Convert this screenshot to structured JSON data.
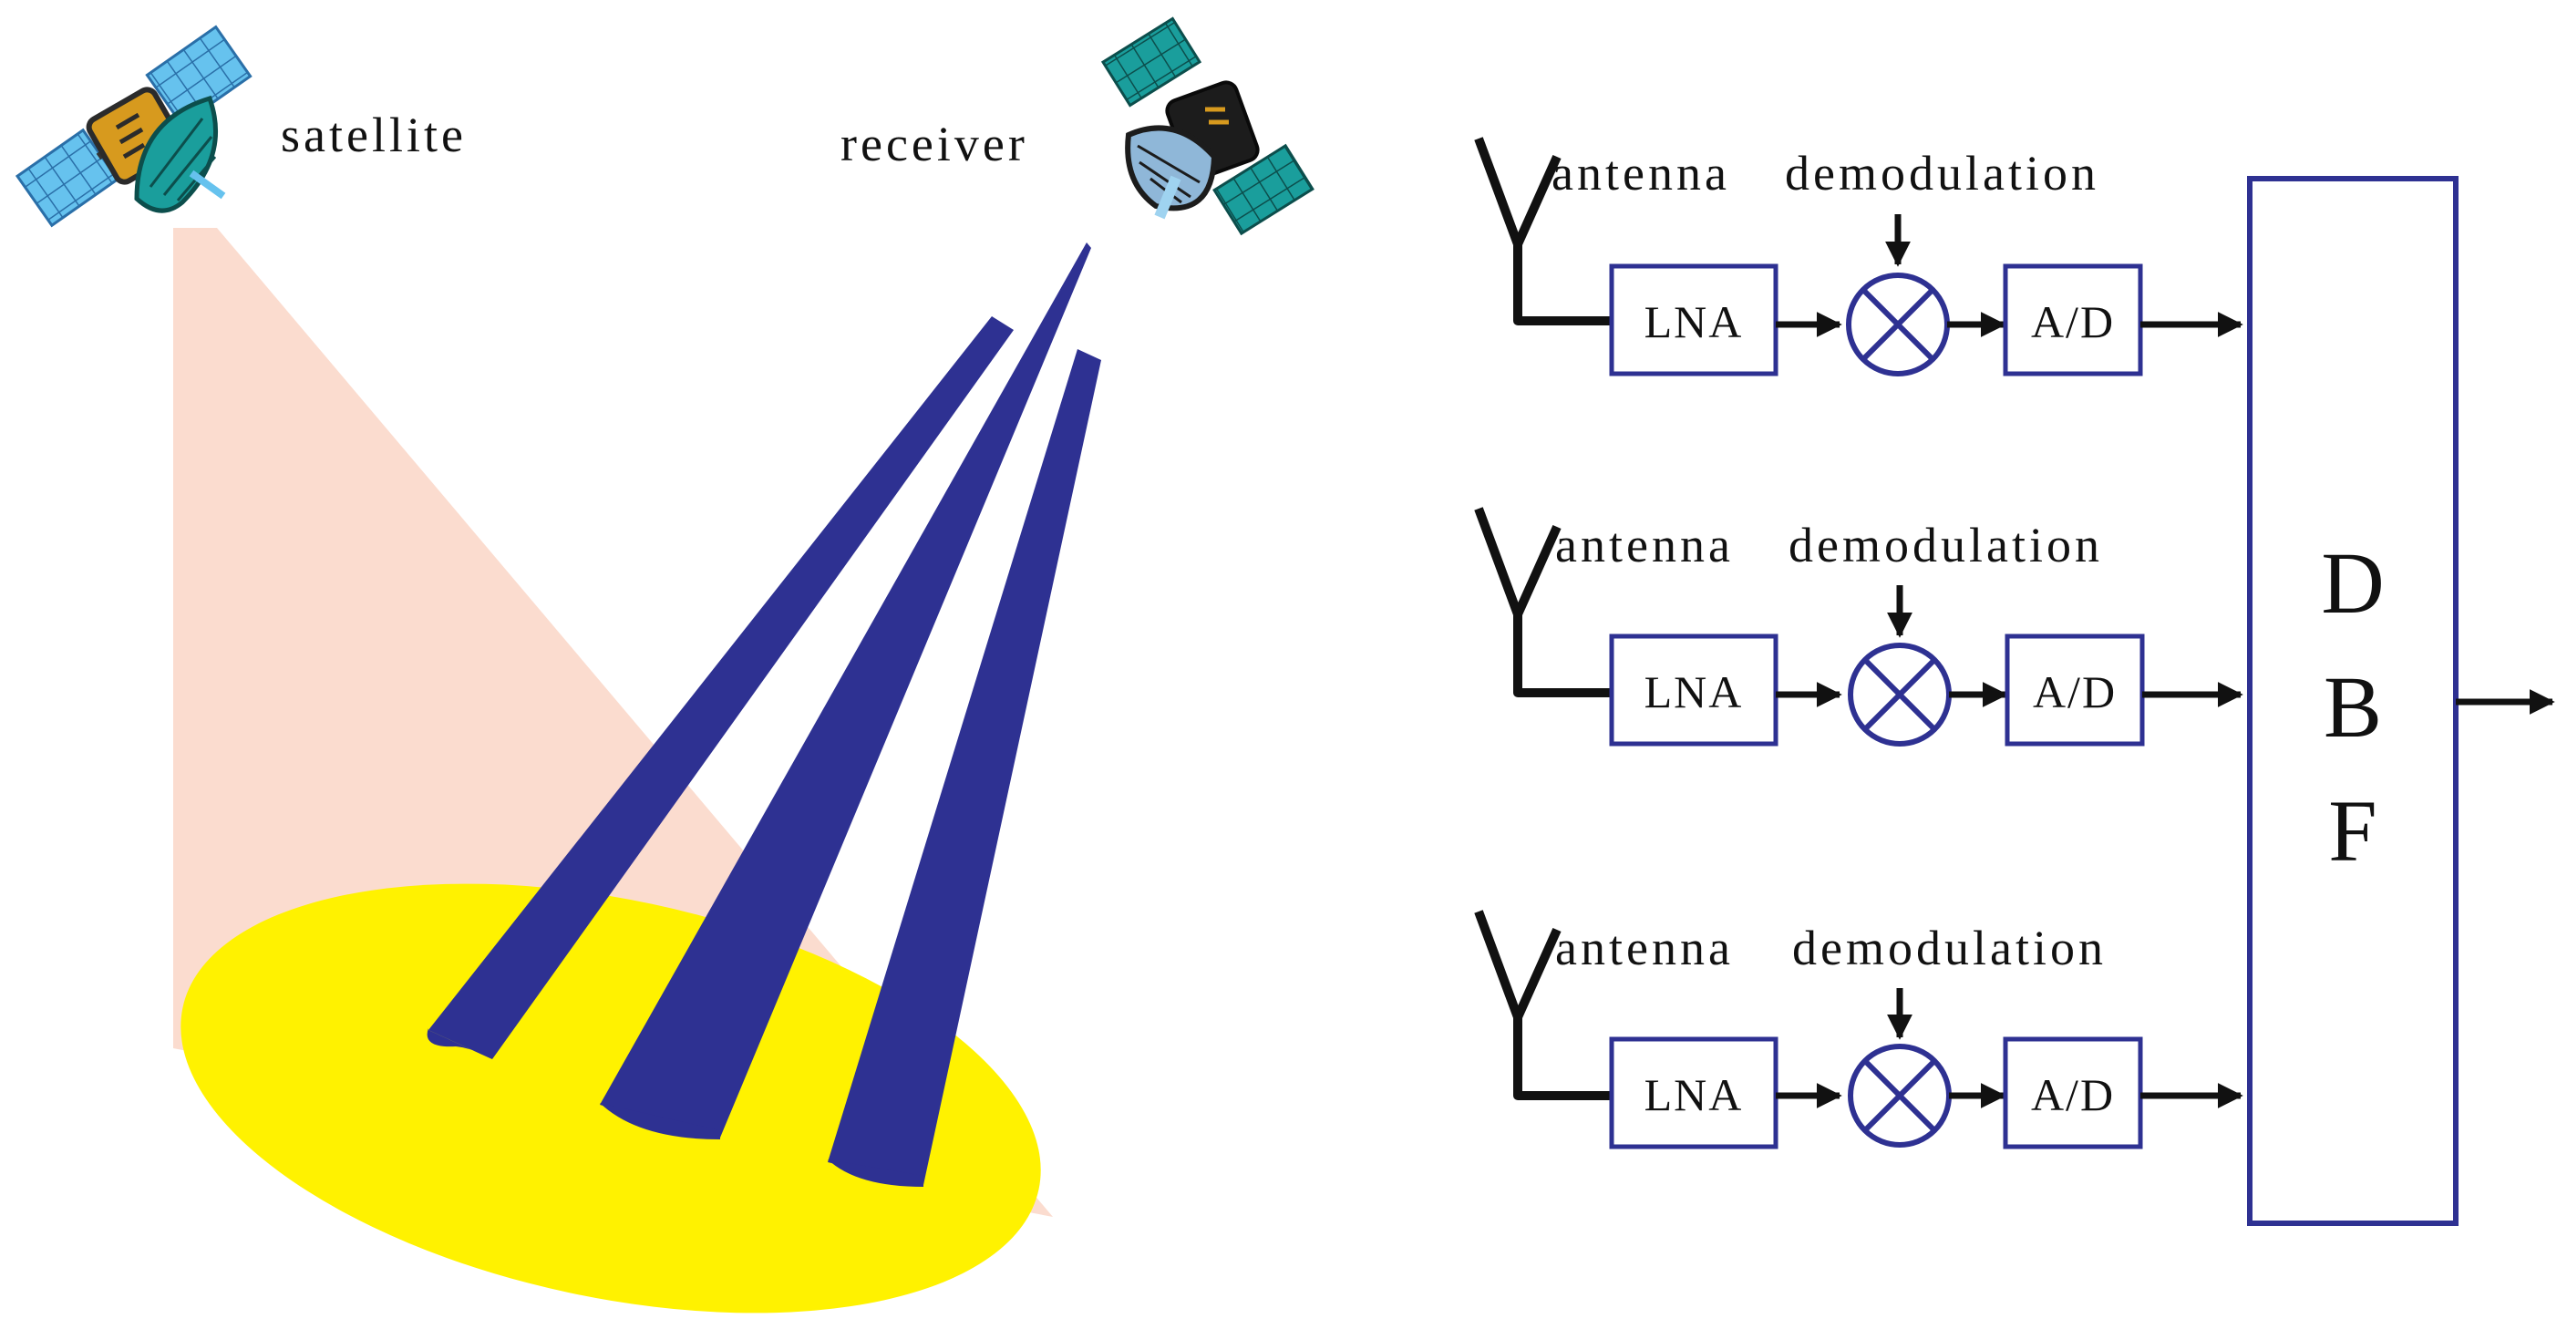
{
  "labels": {
    "satellite": "satellite",
    "receiver": "receiver",
    "antenna": "antenna",
    "demodulation": "demodulation",
    "lna": "LNA",
    "adc": "A/D"
  },
  "dbf": {
    "letters": [
      "D",
      "B",
      "F"
    ]
  },
  "colors": {
    "beam": "#2E3192",
    "footprint": "#FFF200",
    "coverage": "#FBDCCF",
    "box_border": "#2E3192",
    "arrow": "#111111",
    "panel_blue": "#66C2EE",
    "panel_teal": "#1A9E9C"
  },
  "icons": {
    "satellite": "satellite-icon",
    "receiver": "receiver-satellite-icon",
    "antenna": "antenna-icon",
    "mixer": "mixer-icon"
  }
}
